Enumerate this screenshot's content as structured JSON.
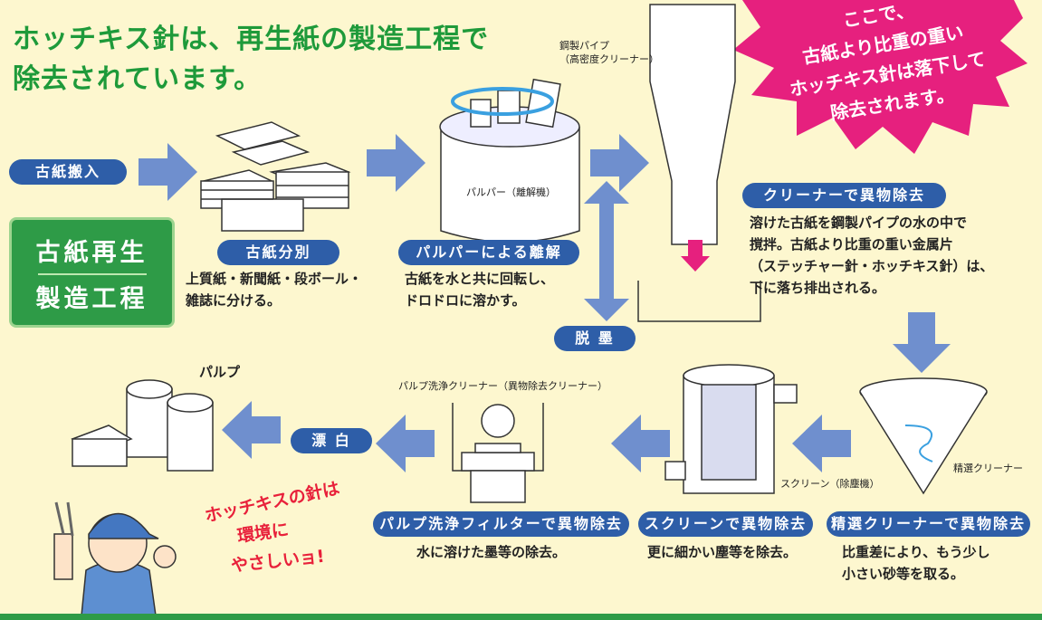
{
  "title_line1": "ホッチキス針は、再生紙の製造工程で",
  "title_line2": "除去されています。",
  "badge": {
    "line1": "古紙再生",
    "line2": "製造工程"
  },
  "burst": {
    "line1": "ここで、",
    "line2": "古紙より比重の重い",
    "line3": "ホッチキス針は落下して",
    "line4": "除去されます。"
  },
  "steps": {
    "intake": "古紙搬入",
    "sort": {
      "label": "古紙分別",
      "desc1": "上質紙・新聞紙・段ボール・",
      "desc2": "雑誌に分ける。"
    },
    "pulper": {
      "label": "パルパーによる離解",
      "desc1": "古紙を水と共に回転し、",
      "desc2": "ドロドロに溶かす。",
      "machine": "パルパー（離解機）"
    },
    "deink": "脱 墨",
    "cleaner": {
      "label": "クリーナーで異物除去",
      "pipe1": "鋼製パイプ",
      "pipe2": "（高密度クリーナー）",
      "desc1": "溶けた古紙を鋼製パイプの水の中で",
      "desc2": "撹拌。古紙より比重の重い金属片",
      "desc3": "（ステッチャー針・ホッチキス針）は、",
      "desc4": "下に落ち排出される。"
    },
    "fine": {
      "label": "精選クリーナーで異物除去",
      "machine": "精選クリーナー",
      "desc1": "比重差により、もう少し",
      "desc2": "小さい砂等を取る。"
    },
    "screen": {
      "label": "スクリーンで異物除去",
      "machine": "スクリーン（除塵機）",
      "desc1": "更に細かい塵等を除去。"
    },
    "wash": {
      "label": "パルプ洗浄フィルターで異物除去",
      "machine": "パルプ洗浄クリーナー（異物除去クリーナー）",
      "desc1": "水に溶けた墨等の除去。"
    },
    "bleach": "漂 白",
    "pulp": "パルプ"
  },
  "speech": {
    "line1": "ホッチキスの針は",
    "line2": "環境に",
    "line3": "やさしいョ!"
  }
}
